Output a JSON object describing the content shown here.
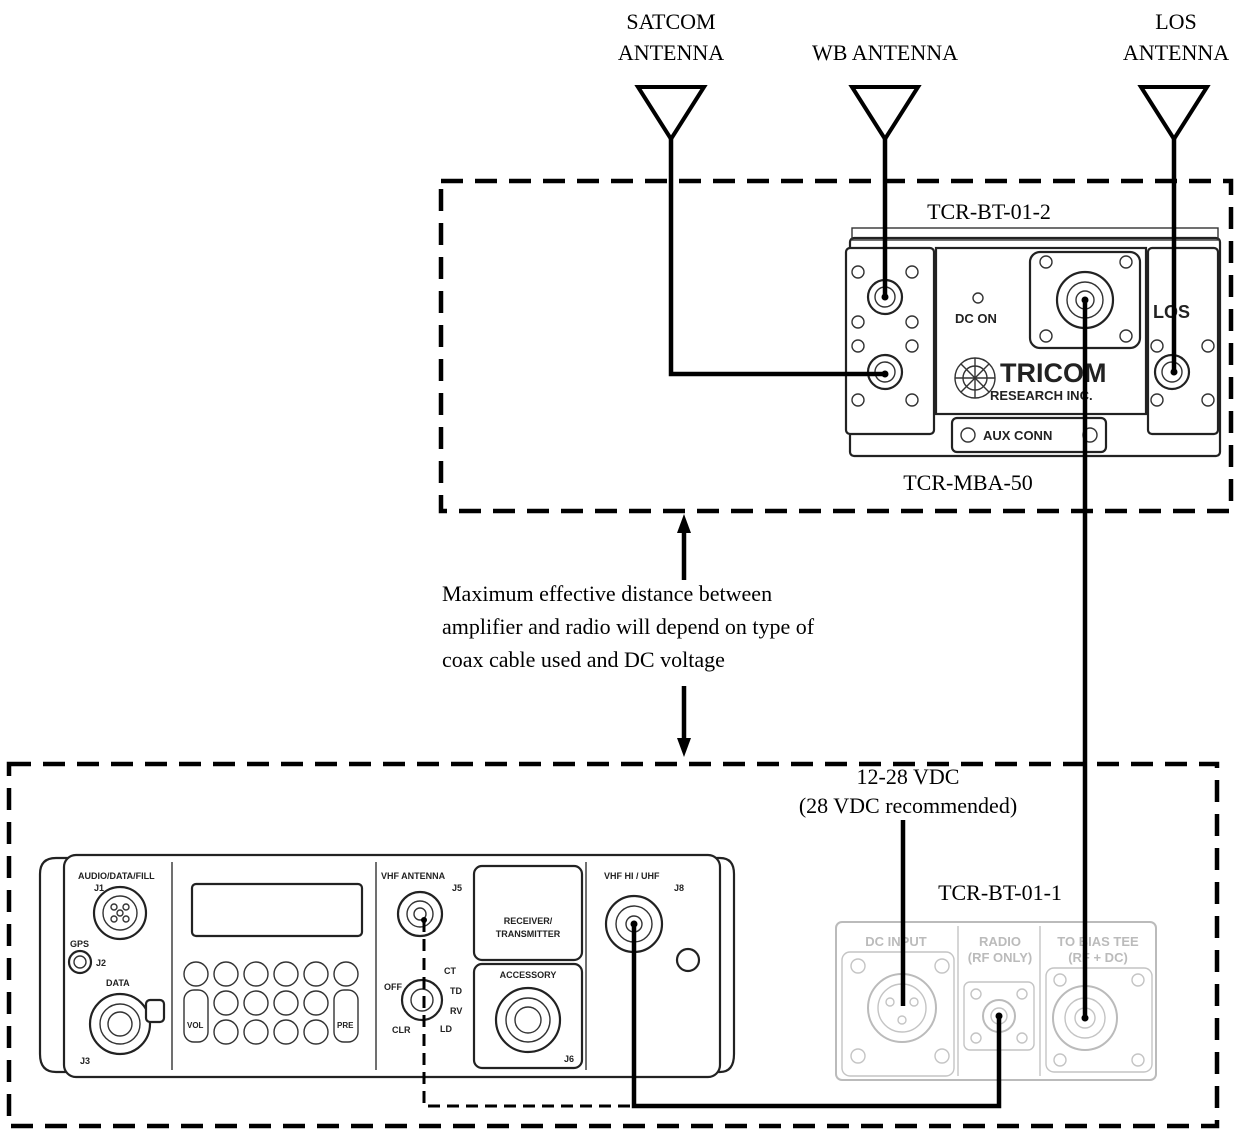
{
  "antennas": {
    "satcom_line1": "SATCOM",
    "satcom_line2": "ANTENNA",
    "wb": "WB ANTENNA",
    "los_line1": "LOS",
    "los_line2": "ANTENNA"
  },
  "amplifier": {
    "bias_tee_label": "TCR-BT-01-2",
    "model_label": "TCR-MBA-50",
    "panel": {
      "dc_on": "DC ON",
      "los": "LOS",
      "brand": "TRICOM",
      "brand_sub": "RESEARCH INC.",
      "aux": "AUX CONN"
    }
  },
  "note": {
    "line1": "Maximum effective distance between",
    "line2": "amplifier and radio will depend on type of",
    "line3": "coax cable used and DC voltage"
  },
  "power": {
    "line1": "12-28 VDC",
    "line2": "(28 VDC recommended)"
  },
  "radio": {
    "audio": "AUDIO/DATA/FILL",
    "j1": "J1",
    "gps": "GPS",
    "j2": "J2",
    "data": "DATA",
    "j3": "J3",
    "vhf_ant": "VHF ANTENNA",
    "j5": "J5",
    "rt1": "RECEIVER/",
    "rt2": "TRANSMITTER",
    "accessory": "ACCESSORY",
    "j6": "J6",
    "vhf_uhf": "VHF HI / UHF",
    "j8": "J8",
    "off": "OFF",
    "ct": "CT",
    "td": "TD",
    "rv": "RV",
    "ld": "LD",
    "clr": "CLR",
    "vol": "VOL",
    "pre": "PRE"
  },
  "bias_tee_radio": {
    "label": "TCR-BT-01-1",
    "dc_input": "DC INPUT",
    "radio1": "RADIO",
    "radio2": "(RF ONLY)",
    "tobias1": "TO BIAS TEE",
    "tobias2": "(RF + DC)"
  }
}
